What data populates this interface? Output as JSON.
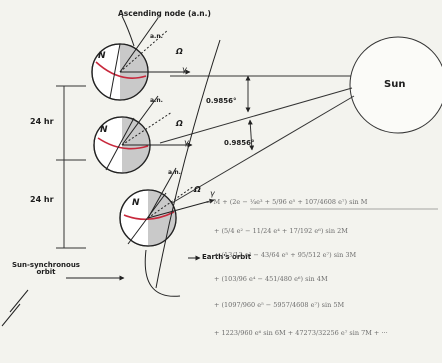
{
  "labels": {
    "ascending_node": "Ascending node (a.n.)",
    "sun": "Sun",
    "hr_1": "24 hr",
    "hr_2": "24 hr",
    "angle_1": "0.9856°",
    "angle_2": "0.9856°",
    "earth_orbit": "Earth's orbit",
    "sun_synchronous": "Sun-synchronous\norbit",
    "N": "N",
    "omega_1": "Ω",
    "omega_2": "Ω",
    "omega_3": "Ω",
    "gamma_1": "γ",
    "gamma_2": "γ",
    "gamma_3": "γ",
    "an_1": "a.n.",
    "an_2": "a.n.",
    "an_3": "a.n."
  },
  "equation": {
    "line1": "= M + (2e − ¼e³ + 5/96 e⁵ + 107/4608 e⁷) sin M",
    "line2": "+ (5/4 e² − 11/24 e⁴ + 17/192 e⁶) sin 2M",
    "line3": "+ (13/12 e³ − 43/64 e⁵ + 95/512 e⁷) sin 3M",
    "line4": "+ (103/96 e⁴ − 451/480 e⁶) sin 4M",
    "line5": "+ (1097/960 e⁵ − 5957/4608 e⁷) sin 5M",
    "line6": "+ 1223/960 e⁶ sin 6M + 47273/32256 e⁷ sin 7M + ···"
  }
}
